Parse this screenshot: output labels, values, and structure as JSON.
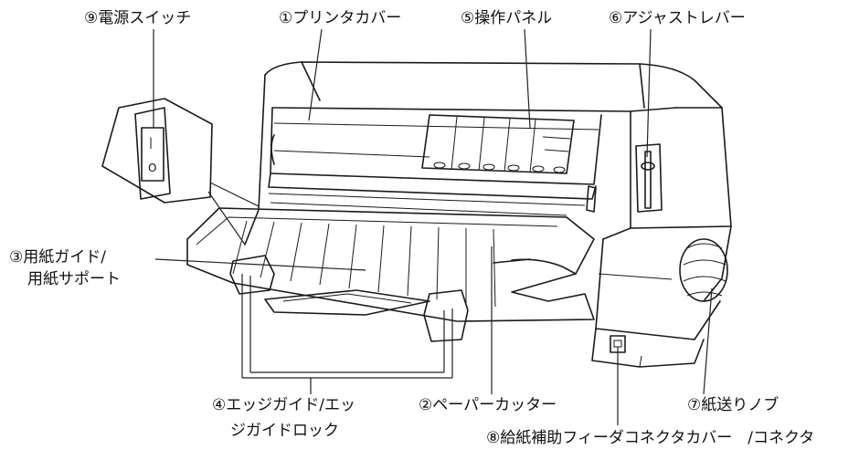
{
  "labels": {
    "power_switch": "⑨電源スイッチ",
    "printer_cover": "①プリンタカバー",
    "control_panel": "⑤操作パネル",
    "adjust_lever": "⑥アジャストレバー",
    "paper_guide_1": "③用紙ガイド/",
    "paper_guide_2": "用紙サポート",
    "edge_guide_1": "④エッジガイド/エッ",
    "edge_guide_2": "ジガイドロック",
    "paper_cutter": "②ペーパーカッター",
    "paper_feed_knob": "⑦紙送りノブ",
    "feeder_connector": "⑧給紙補助フィーダコネクタカバー　/コネクタ"
  },
  "switch_marks": {
    "on": "|",
    "off": "O"
  },
  "icons": {
    "printer": "dot-matrix-printer-illustration",
    "switch": "power-switch-closeup"
  },
  "colors": {
    "line": "#1a1a1a",
    "background": "#ffffff"
  }
}
